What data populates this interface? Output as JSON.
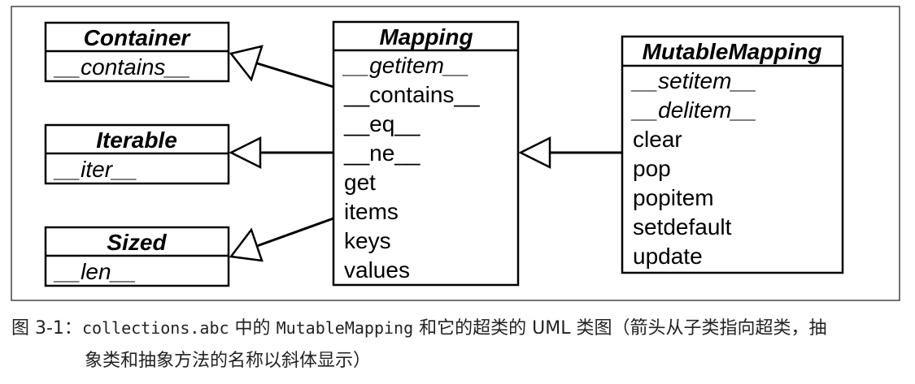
{
  "diagram": {
    "classes": [
      {
        "id": "container",
        "name": "Container",
        "members": [
          {
            "text": "__contains__",
            "abstract": true
          }
        ]
      },
      {
        "id": "iterable",
        "name": "Iterable",
        "members": [
          {
            "text": "__iter__",
            "abstract": true
          }
        ]
      },
      {
        "id": "sized",
        "name": "Sized",
        "members": [
          {
            "text": "__len__",
            "abstract": true
          }
        ]
      },
      {
        "id": "mapping",
        "name": "Mapping",
        "members": [
          {
            "text": "__getitem__",
            "abstract": true
          },
          {
            "text": "__contains__",
            "abstract": false
          },
          {
            "text": "__eq__",
            "abstract": false
          },
          {
            "text": "__ne__",
            "abstract": false
          },
          {
            "text": "get",
            "abstract": false
          },
          {
            "text": "items",
            "abstract": false
          },
          {
            "text": "keys",
            "abstract": false
          },
          {
            "text": "values",
            "abstract": false
          }
        ]
      },
      {
        "id": "mutablemapping",
        "name": "MutableMapping",
        "members": [
          {
            "text": "__setitem__",
            "abstract": true
          },
          {
            "text": "__delitem__",
            "abstract": true
          },
          {
            "text": "clear",
            "abstract": false
          },
          {
            "text": "pop",
            "abstract": false
          },
          {
            "text": "popitem",
            "abstract": false
          },
          {
            "text": "setdefault",
            "abstract": false
          },
          {
            "text": "update",
            "abstract": false
          }
        ]
      }
    ],
    "edges": [
      {
        "from": "mapping",
        "to": "container",
        "type": "inheritance"
      },
      {
        "from": "mapping",
        "to": "iterable",
        "type": "inheritance"
      },
      {
        "from": "mapping",
        "to": "sized",
        "type": "inheritance"
      },
      {
        "from": "mutablemapping",
        "to": "mapping",
        "type": "inheritance"
      }
    ]
  },
  "caption": {
    "prefix": "图 3-1：",
    "code1": "collections.abc",
    "text1": " 中的 ",
    "code2": "MutableMapping",
    "text2": " 和它的超类的 UML 类图（箭头从子类指向超类，抽",
    "line2": "象类和抽象方法的名称以斜体显示）"
  }
}
